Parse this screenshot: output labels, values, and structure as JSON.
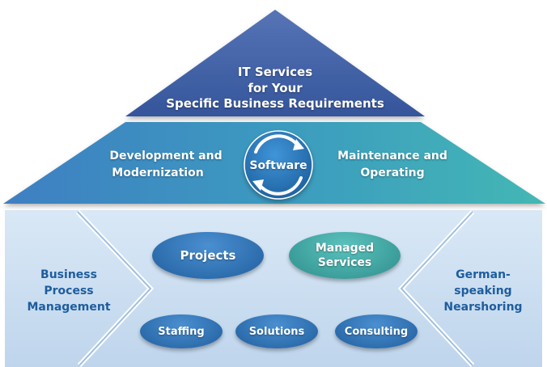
{
  "roof": {
    "line1": "IT Services",
    "line2": "for Your",
    "line3": "Specific Business Requirements"
  },
  "middle": {
    "left_line1": "Development and",
    "left_line2": "Modernization",
    "center": "Software",
    "right_line1": "Maintenance and",
    "right_line2": "Operating"
  },
  "base": {
    "left_line1": "Business",
    "left_line2": "Process",
    "left_line3": "Management",
    "right_line1": "German-",
    "right_line2": "speaking",
    "right_line3": "Nearshoring",
    "projects": "Projects",
    "managed_line1": "Managed",
    "managed_line2": "Services",
    "staffing": "Staffing",
    "solutions": "Solutions",
    "consulting": "Consulting"
  },
  "colors": {
    "roof": "#3e5fa4",
    "middle_left": "#3f84c4",
    "middle_right": "#3eb0b2",
    "base": "#cfe0f1",
    "base_text": "#1e5d9e",
    "pill_blue": "#2f72b6",
    "pill_teal": "#3fa7a3"
  }
}
